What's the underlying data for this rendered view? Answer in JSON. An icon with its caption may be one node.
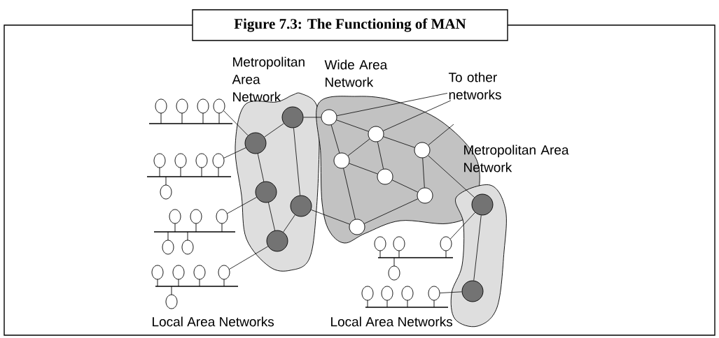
{
  "diagram": {
    "title": "Figure 7.3: The Functioning of MAN",
    "nodes": [
      {
        "text": [
          "Metropolitan Area Network"
        ]
      },
      {
        "text": [
          "Wide Area Network"
        ]
      },
      {
        "text": [
          "Metropolitan Area Network"
        ]
      },
      {
        "text": [],
        "shape": "circle",
        "in": 0
      },
      {
        "text": [],
        "shape": "circle",
        "in": 0
      },
      {
        "text": [],
        "shape": "circle",
        "in": 0
      },
      {
        "text": [],
        "shape": "circle",
        "in": 0
      },
      {
        "text": [],
        "shape": "circle",
        "in": 0
      },
      {
        "text": [],
        "shape": "circle",
        "in": 1
      },
      {
        "text": [],
        "shape": "circle",
        "in": 1
      },
      {
        "text": [],
        "shape": "circle",
        "in": 1
      },
      {
        "text": [],
        "shape": "circle",
        "in": 1
      },
      {
        "text": [],
        "shape": "circle",
        "in": 1
      },
      {
        "text": [],
        "shape": "circle",
        "in": 1
      },
      {
        "text": [],
        "shape": "circle",
        "in": 1
      },
      {
        "text": [],
        "shape": "circle",
        "in": 2
      },
      {
        "text": [],
        "shape": "circle",
        "in": 2
      },
      {
        "text": [
          "To other networks"
        ]
      },
      {
        "text": [],
        "shape": "circle"
      },
      {
        "text": [],
        "shape": "circle"
      },
      {
        "text": [],
        "shape": "circle"
      },
      {
        "text": [],
        "shape": "circle"
      },
      {
        "text": [],
        "shape": "circle"
      },
      {
        "text": [],
        "shape": "circle"
      }
    ],
    "edges": [
      {
        "from": 3,
        "to": 4,
        "arrow": "none"
      },
      {
        "from": 4,
        "to": 5,
        "arrow": "none"
      },
      {
        "from": 5,
        "to": 7,
        "arrow": "none"
      },
      {
        "from": 6,
        "to": 7,
        "arrow": "none"
      },
      {
        "from": 3,
        "to": 6,
        "arrow": "none"
      },
      {
        "from": 3,
        "to": 8,
        "arrow": "none"
      },
      {
        "from": 6,
        "to": 14,
        "arrow": "none"
      },
      {
        "from": 8,
        "to": 9,
        "arrow": "none"
      },
      {
        "from": 8,
        "to": 11,
        "arrow": "none"
      },
      {
        "from": 9,
        "to": 10,
        "arrow": "none"
      },
      {
        "from": 9,
        "to": 11,
        "arrow": "none"
      },
      {
        "from": 9,
        "to": 12,
        "arrow": "none"
      },
      {
        "from": 10,
        "to": 13,
        "arrow": "none"
      },
      {
        "from": 11,
        "to": 12,
        "arrow": "none"
      },
      {
        "from": 12,
        "to": 13,
        "arrow": "none"
      },
      {
        "from": 11,
        "to": 14,
        "arrow": "none"
      },
      {
        "from": 14,
        "to": 13,
        "arrow": "none"
      },
      {
        "from": 10,
        "to": 15,
        "arrow": "none"
      },
      {
        "from": 15,
        "to": 16,
        "arrow": "none"
      },
      {
        "from": 8,
        "to": 17,
        "arrow": "none"
      },
      {
        "from": 9,
        "to": 17,
        "arrow": "none"
      },
      {
        "from": 10,
        "to": null,
        "arrow": "none"
      },
      {
        "from": 18,
        "to": 4,
        "arrow": "none"
      },
      {
        "from": 19,
        "to": 4,
        "arrow": "none"
      },
      {
        "from": 20,
        "to": 5,
        "arrow": "none"
      },
      {
        "from": 21,
        "to": 7,
        "arrow": "none"
      },
      {
        "from": 22,
        "to": 15,
        "arrow": "none"
      },
      {
        "from": 23,
        "to": 16,
        "arrow": "none"
      }
    ],
    "labels": [
      "Local Area Networks",
      "Local Area Networks"
    ]
  }
}
